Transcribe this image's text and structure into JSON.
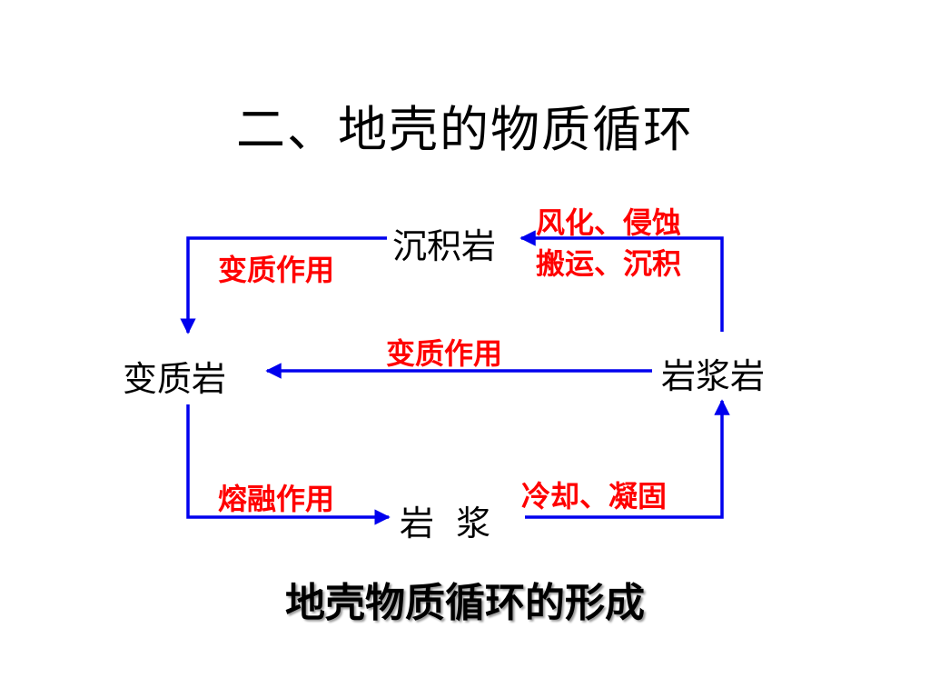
{
  "title": "二、地壳的物质循环",
  "nodes": {
    "sedimentary": "沉积岩",
    "metamorphic": "变质岩",
    "igneous": "岩浆岩",
    "magma": "岩  浆"
  },
  "labels": {
    "weathering_line1": "风化、侵蚀",
    "weathering_line2": "搬运、沉积",
    "metamorphism_top": "变质作用",
    "metamorphism_middle": "变质作用",
    "melting": "熔融作用",
    "cooling": "冷却、凝固"
  },
  "caption": "地壳物质循环的形成",
  "colors": {
    "arrow": "#0000ee",
    "process_label": "#ff0000",
    "node_text": "#000000"
  }
}
